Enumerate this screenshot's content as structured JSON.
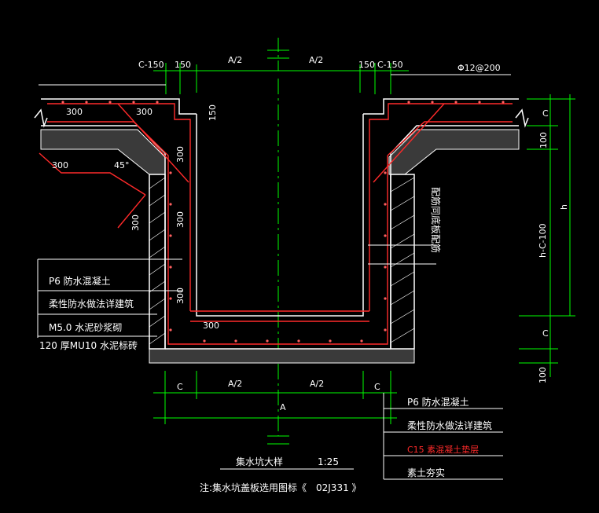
{
  "dimensions": {
    "top_left_c150": "C-150",
    "top_left_150": "150",
    "top_half_left": "A/2",
    "top_half_right": "A/2",
    "top_right_150": "150",
    "top_right_c150": "C-150",
    "rebar_spec": "Φ12@200",
    "slab_300_a": "300",
    "slab_300_b": "300",
    "vert_150": "150",
    "wall_300_a": "300",
    "wall_300_b": "300",
    "wall_300_c": "300",
    "bottom_300": "300",
    "leader_300_h": "300",
    "leader_300_v": "300",
    "angle_45": "45°",
    "right_c_top": "C",
    "right_100_top": "100",
    "right_h": "h",
    "right_h_c_100": "h-C-100",
    "right_c_bottom": "C",
    "right_100_bottom": "100",
    "bottom_c_left": "C",
    "bottom_half_left": "A/2",
    "bottom_half_right": "A/2",
    "bottom_c_right": "C",
    "bottom_total": "A"
  },
  "left_legend": {
    "line1": "P6 防水混凝土",
    "line2": "柔性防水做法详建筑",
    "line3": "M5.0  水泥砂浆砌",
    "line4": "120 厚MU10  水泥标砖"
  },
  "right_legend": {
    "line1": "P6 防水混凝土",
    "line2": "柔性防水做法详建筑",
    "line3": "C15  素混凝土垫层",
    "line4": "素土夯实"
  },
  "inner_note": "配筋同底板配筋",
  "title": {
    "name": "集水坑大样",
    "scale": "1:25",
    "note": "注:集水坑盖板选用图标《",
    "code": "02J331  》"
  },
  "colors": {
    "background": "#000000",
    "outline": "#ffffff",
    "rebar": "#ff2a2a",
    "dimension": "#00ff00",
    "text": "#ffffff"
  }
}
